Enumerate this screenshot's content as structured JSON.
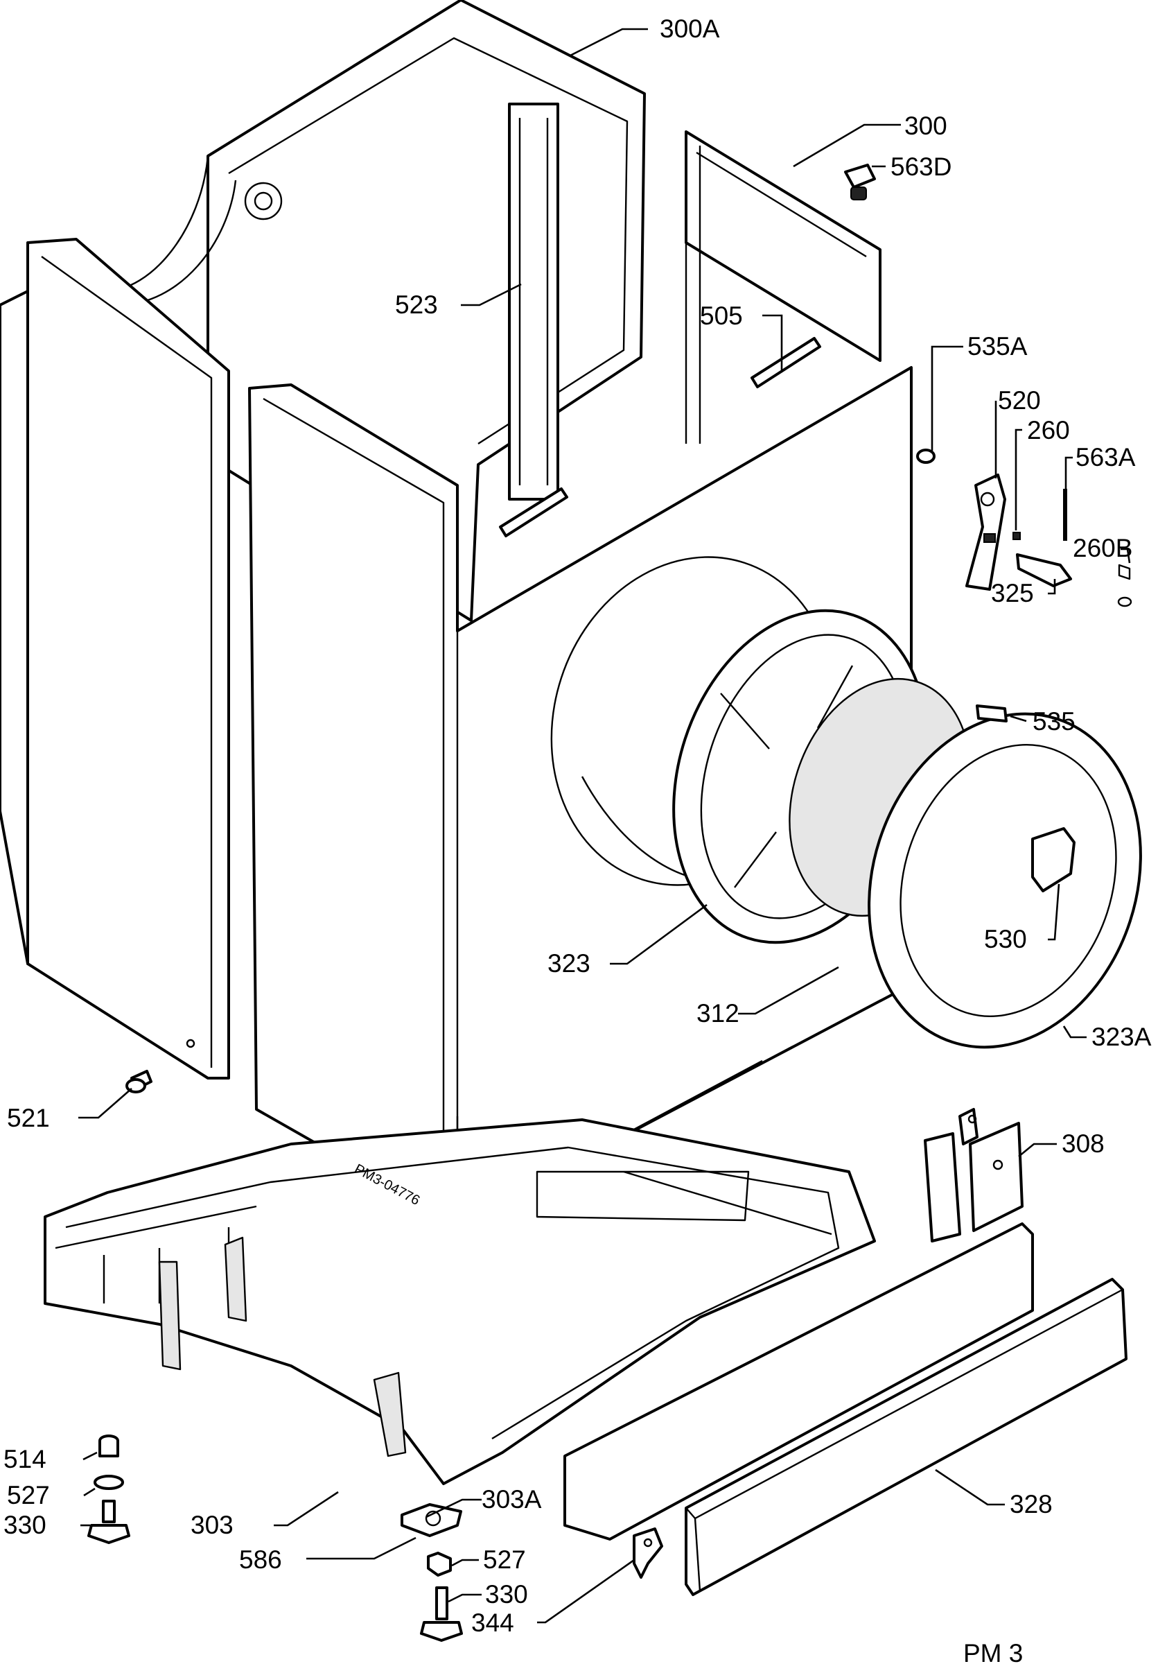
{
  "labels": {
    "p300a": "300A",
    "p300": "300",
    "p563d": "563D",
    "p523": "523",
    "p505": "505",
    "p535a": "535A",
    "p520": "520",
    "p260": "260",
    "p563a": "563A",
    "p260b": "260B",
    "p325": "325",
    "p535": "535",
    "p530": "530",
    "p323": "323",
    "p312": "312",
    "p323a": "323A",
    "p521": "521",
    "p308": "308",
    "p514": "514",
    "p527_left": "527",
    "p330_left": "330",
    "p303": "303",
    "p303a": "303A",
    "p586": "586",
    "p527_bottom": "527",
    "p330_bottom": "330",
    "p344": "344",
    "p328": "328"
  },
  "drawing_code": "PM3-04776",
  "page_code": "PM 3"
}
